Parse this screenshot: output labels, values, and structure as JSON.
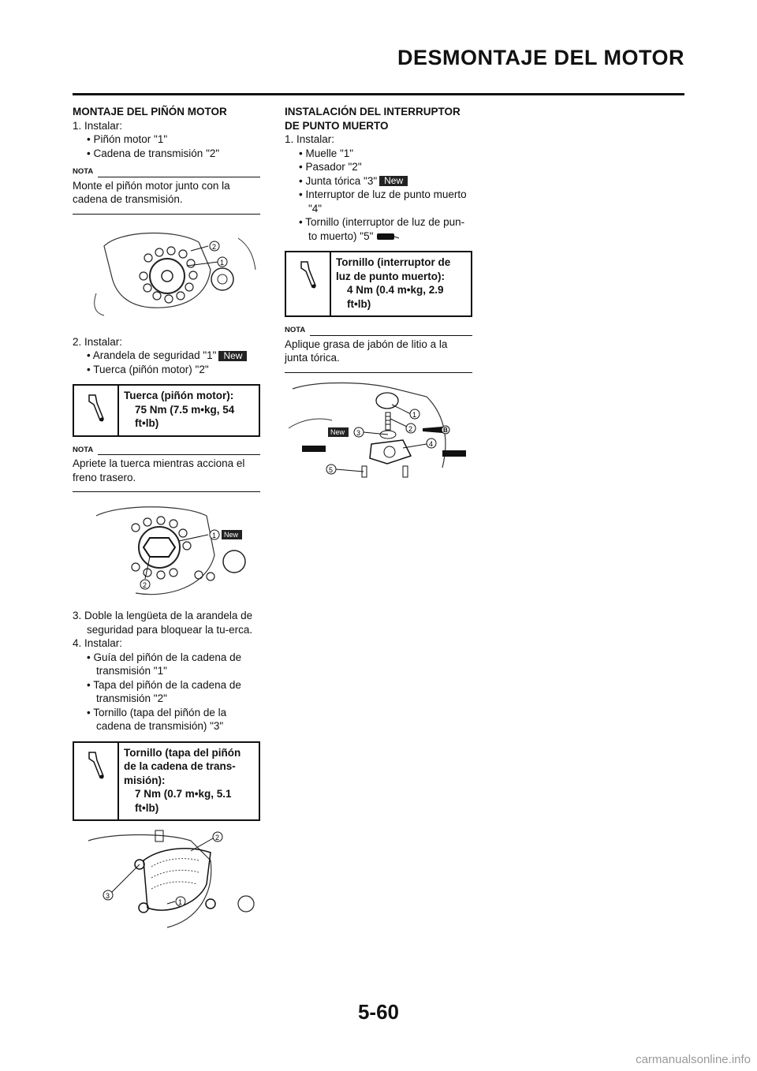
{
  "header": {
    "title": "DESMONTAJE DEL MOTOR"
  },
  "left": {
    "heading": "MONTAJE DEL PIÑÓN MOTOR",
    "s1": "1. Instalar:",
    "s1_items": [
      "Piñón motor \"1\"",
      "Cadena de transmisión \"2\""
    ],
    "nota_label": "NOTA",
    "nota1": "Monte el piñón motor junto con la cadena de transmisión.",
    "fig1_callouts": [
      "1",
      "2"
    ],
    "s2": "2. Instalar:",
    "s2_items": [
      "Arandela de seguridad \"1\"",
      "Tuerca (piñón motor) \"2\""
    ],
    "new_badge": "New",
    "torque1": {
      "label": "Tuerca (piñón motor):",
      "value": "75 Nm (7.5 m•kg, 54 ft•lb)"
    },
    "nota2": "Apriete la tuerca mientras acciona el freno trasero.",
    "fig2_callouts": [
      "1",
      "2"
    ],
    "s3": "3. Doble la lengüeta de la arandela de seguridad para bloquear la tu-erca.",
    "s4": "4. Instalar:",
    "s4_items": [
      "Guía del piñón de la cadena de transmisión \"1\"",
      "Tapa del piñón de la cadena de transmisión \"2\"",
      "Tornillo (tapa del piñón de la cadena de transmisión) \"3\""
    ],
    "torque2": {
      "label": "Tornillo (tapa del piñón de la cadena de trans-misión):",
      "value": "7 Nm (0.7 m•kg, 5.1 ft•lb)"
    },
    "fig3_callouts": [
      "1",
      "2",
      "3"
    ]
  },
  "right": {
    "heading": "INSTALACIÓN DEL INTERRUPTOR DE PUNTO MUERTO",
    "s1": "1. Instalar:",
    "items": [
      "Muelle \"1\"",
      "Pasador \"2\"",
      "Junta tórica \"3\"",
      "Interruptor de luz de punto muerto \"4\"",
      "Tornillo (interruptor de luz de pun-to muerto) \"5\""
    ],
    "torque": {
      "label": "Tornillo (interruptor de luz de punto muerto):",
      "value": "4 Nm (0.4 m•kg, 2.9 ft•lb)"
    },
    "nota": "Aplique grasa de jabón de litio a la junta tórica.",
    "fig_callouts": [
      "1",
      "2",
      "3",
      "4",
      "5"
    ],
    "fig_badge": "New",
    "fig_grease": "B"
  },
  "page_number": "5-60",
  "footer": "carmanualsonline.info"
}
